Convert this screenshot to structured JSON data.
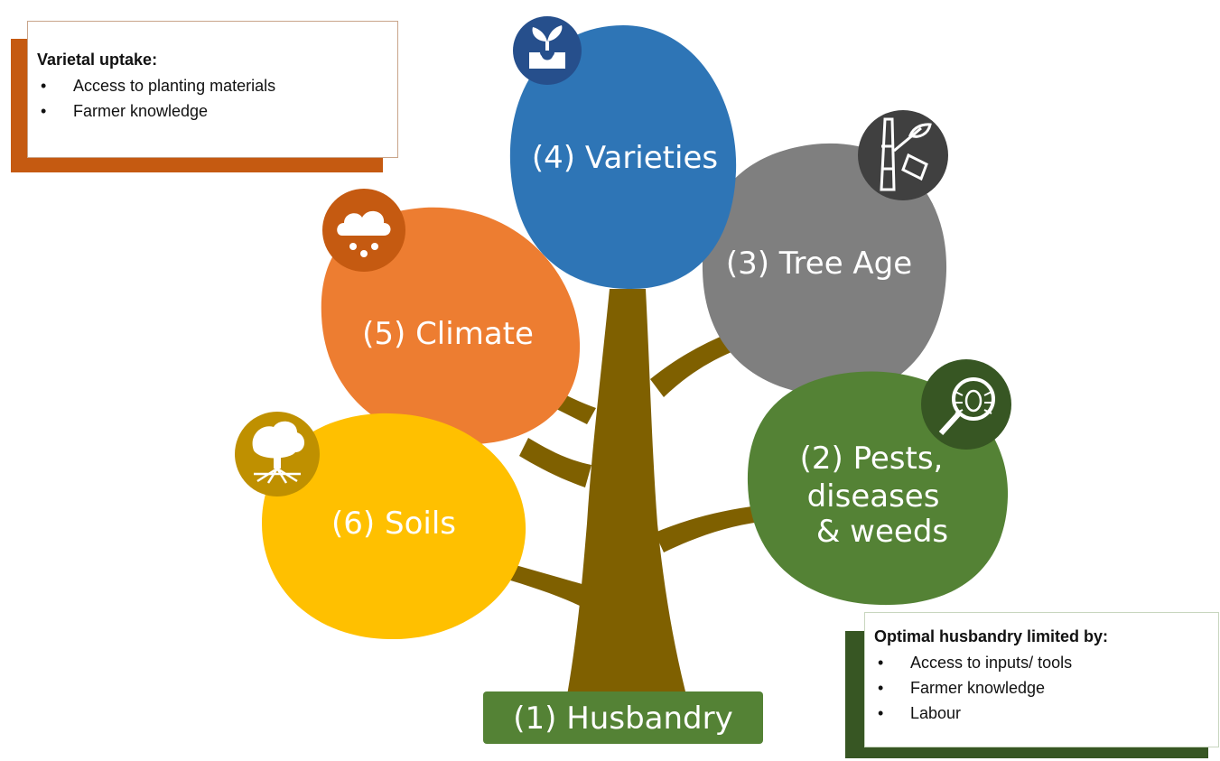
{
  "leaves": {
    "varieties": {
      "label": "(4) Varieties",
      "color": "#2e75b6",
      "icon": "seedling-icon"
    },
    "tree_age": {
      "label": "(3) Tree Age",
      "color": "#7f7f7f",
      "icon": "tree-trunk-icon"
    },
    "climate": {
      "label": "(5) Climate",
      "color": "#ed7d31",
      "icon": "rain-cloud-icon"
    },
    "pests": {
      "label_lines": [
        "(2) Pests,",
        "diseases",
        "& weeds"
      ],
      "color": "#548235",
      "icon": "bug-magnifier-icon"
    },
    "soils": {
      "label": "(6) Soils",
      "color": "#ffc000",
      "icon": "tree-roots-icon"
    }
  },
  "trunk": {
    "color": "#7f6000"
  },
  "root": {
    "label": "(1) Husbandry",
    "color": "#548235"
  },
  "notes": {
    "varietal": {
      "title": "Varietal uptake:",
      "items": [
        "Access to planting materials",
        "Farmer knowledge"
      ],
      "accent_color": "#c55a11"
    },
    "husbandry": {
      "title": "Optimal husbandry limited by:",
      "items": [
        "Access to inputs/ tools",
        "Farmer knowledge",
        "Labour"
      ],
      "accent_color": "#375623"
    }
  }
}
